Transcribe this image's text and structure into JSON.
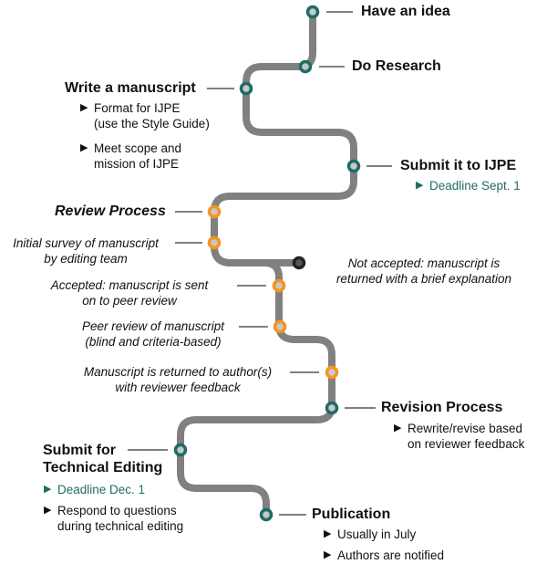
{
  "colors": {
    "line": "#808080",
    "teal": "#1f6b66",
    "orange": "#f7941d",
    "dark": "#222222",
    "dot_fill": "#c8c8c8"
  },
  "steps": {
    "idea": "Have an idea",
    "research": "Do Research",
    "write": "Write a manuscript",
    "write_b1": "Format for IJPE",
    "write_b1b": "(use the Style Guide)",
    "write_b2": "Meet scope and",
    "write_b2b": "mission of IJPE",
    "submit": "Submit it to IJPE",
    "submit_deadline": "Deadline Sept. 1",
    "review": "Review Process",
    "survey1": "Initial survey of manuscript",
    "survey2": "by editing team",
    "notacc1": "Not accepted: manuscript is",
    "notacc2": "returned with a brief explanation",
    "acc1": "Accepted: manuscript is sent",
    "acc2": "on to peer review",
    "peer1": "Peer review of manuscript",
    "peer2": "(blind and criteria-based)",
    "ret1": "Manuscript is returned to author(s)",
    "ret2": "with reviewer feedback",
    "revision": "Revision Process",
    "rev_b1": "Rewrite/revise based",
    "rev_b1b": "on reviewer feedback",
    "tech1": "Submit for",
    "tech2": "Technical Editing",
    "tech_deadline": "Deadline Dec. 1",
    "tech_b1": "Respond to questions",
    "tech_b1b": "during technical editing",
    "pub": "Publication",
    "pub_b1": "Usually in July",
    "pub_b2": "Authors are notified"
  }
}
